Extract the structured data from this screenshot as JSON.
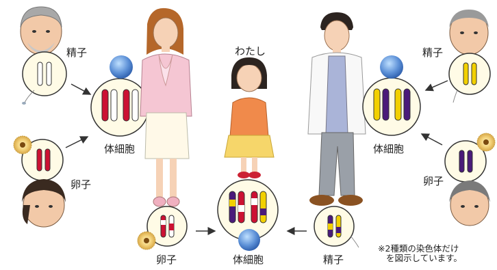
{
  "labels": {
    "sperm_top_left": "精子",
    "somatic_cell_left": "体細胞",
    "egg_left": "卵子",
    "me": "わたし",
    "sperm_top_right": "精子",
    "somatic_cell_right": "体細胞",
    "egg_right": "卵子",
    "egg_bottom": "卵子",
    "somatic_cell_bottom": "体細胞",
    "sperm_bottom": "精子"
  },
  "note": {
    "line1": "※2種類の染色体だけ",
    "line2": "を図示しています。"
  },
  "colors": {
    "grandfather_left_chromosome": "#ffffff",
    "grandmother_left_chromosome": "#cc1133",
    "grandfather_right_chromosome": "#f2d000",
    "grandmother_right_chromosome": "#4a1a7a",
    "arrow": "#333333",
    "cell_fill": "#fffbe6",
    "cell_stroke": "#333333"
  },
  "icons": [
    "grandfather-left",
    "grandmother-left",
    "mother",
    "child",
    "father",
    "grandfather-right",
    "grandmother-right",
    "sperm-icon",
    "egg-icon"
  ]
}
